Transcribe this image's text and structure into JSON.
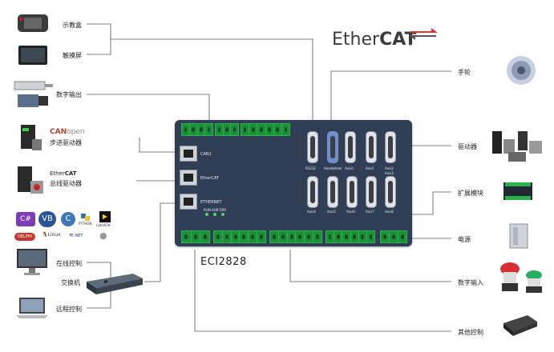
{
  "brand": {
    "ether": "Ether",
    "cat": "CAT",
    "mark": "®"
  },
  "controller": {
    "model": "ECI2828",
    "ports": {
      "can": "CAN1",
      "ethercat": "EtherCAT",
      "ethernet": "ETHERNET",
      "rs232": "RS232",
      "handwheel": "Handwheel"
    },
    "axes_top": [
      "Axis0",
      "Axis1",
      "Axis2",
      "Axis3"
    ],
    "axes_bottom": [
      "Axis4",
      "Axis5",
      "Axis6",
      "Axis7",
      "Axis8"
    ],
    "leds": [
      "RUN",
      "ALM",
      "ERR"
    ]
  },
  "labels": {
    "teach_pendant": "示教盒",
    "touch_screen": "触摸屏",
    "digital_output": "数字输出",
    "stepper_drive": "步进驱动器",
    "bus_drive": "总线驱动器",
    "online_control": "在线控制",
    "switch": "交换机",
    "remote_control": "远程控制",
    "handwheel": "手轮",
    "driver": "驱动器",
    "expansion_module": "扩展模块",
    "power": "电源",
    "digital_input": "数字输入",
    "other_control": "其他控制"
  },
  "logos": {
    "canopen_can": "CAN",
    "canopen_open": "open",
    "ethercat_ether": "Ether",
    "ethercat_cat": "CAT",
    "software": [
      "C#",
      "VB",
      "C",
      "PYTHON",
      "LabVIEW",
      "DELPHI",
      "Linux",
      ".NET",
      ""
    ]
  }
}
